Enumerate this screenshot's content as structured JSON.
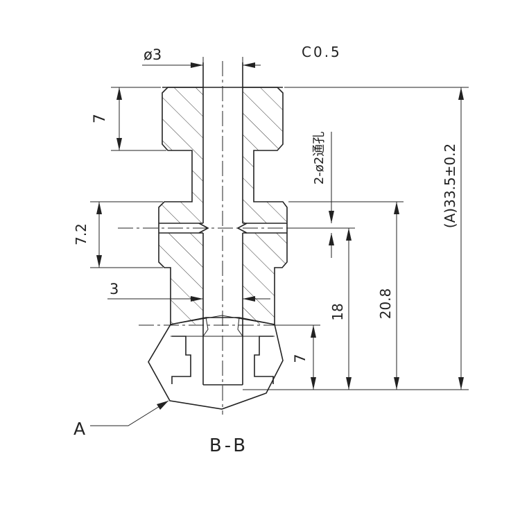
{
  "drawing": {
    "dimensions": {
      "bore_diameter": "ø3",
      "chamfer": "C0.5",
      "top_length": "7",
      "middle_length": "7.2",
      "cross_hole": "2-ø2通孔",
      "wall": "3",
      "depth_18": "18",
      "depth_20_8": "20.8",
      "overall": "(A)33.5±0.2",
      "bottom_length": "7"
    },
    "detail_label": "A",
    "section_label": "B-B"
  }
}
